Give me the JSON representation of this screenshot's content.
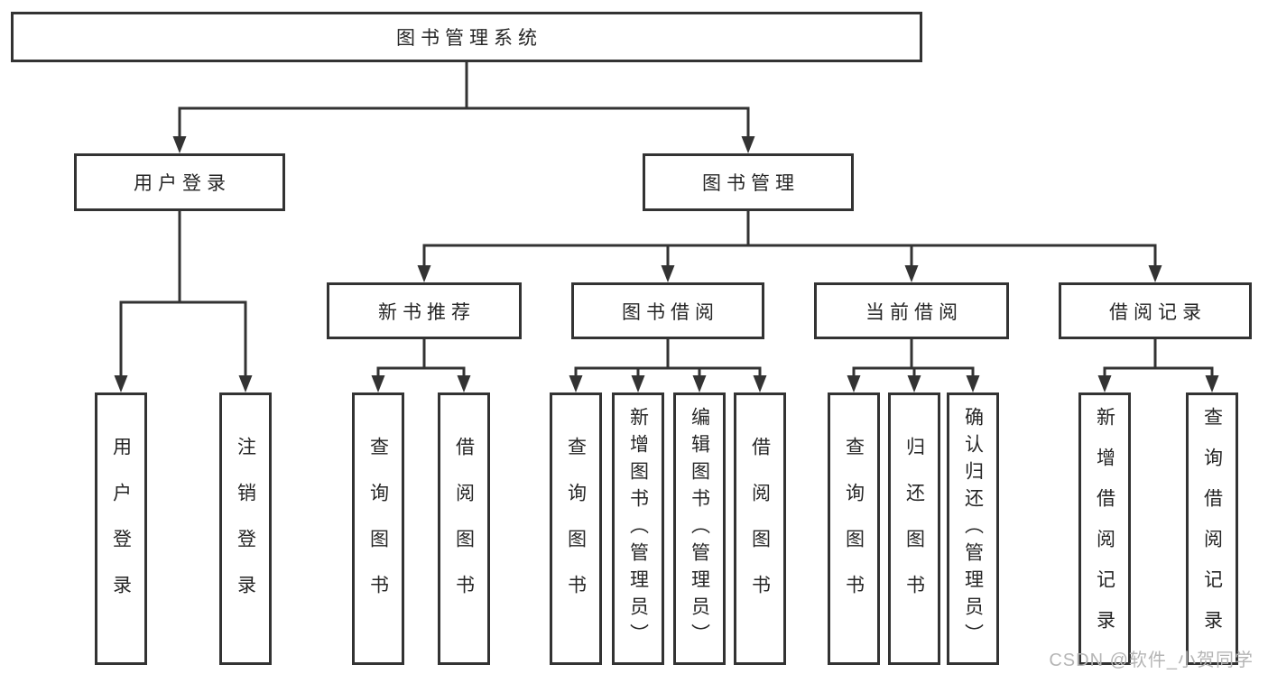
{
  "tree": {
    "root": {
      "label": "图书管理系统"
    },
    "level1": [
      {
        "label": "用户登录"
      },
      {
        "label": "图书管理"
      }
    ],
    "level2": [
      {
        "label": "新书推荐",
        "parent": "图书管理"
      },
      {
        "label": "图书借阅",
        "parent": "图书管理"
      },
      {
        "label": "当前借阅",
        "parent": "图书管理"
      },
      {
        "label": "借阅记录",
        "parent": "图书管理"
      }
    ],
    "leaves": [
      {
        "label": "用户登录",
        "parent": "用户登录"
      },
      {
        "label": "注销登录",
        "parent": "用户登录"
      },
      {
        "label": "查询图书",
        "parent": "新书推荐"
      },
      {
        "label": "借阅图书",
        "parent": "新书推荐"
      },
      {
        "label": "查询图书",
        "parent": "图书借阅"
      },
      {
        "label": "新增图书（管理员）",
        "parent": "图书借阅"
      },
      {
        "label": "编辑图书（管理员）",
        "parent": "图书借阅"
      },
      {
        "label": "借阅图书",
        "parent": "图书借阅"
      },
      {
        "label": "查询图书",
        "parent": "当前借阅"
      },
      {
        "label": "归还图书",
        "parent": "当前借阅"
      },
      {
        "label": "确认归还（管理员）",
        "parent": "当前借阅"
      },
      {
        "label": "新增借阅记录",
        "parent": "借阅记录"
      },
      {
        "label": "查询借阅记录",
        "parent": "借阅记录"
      }
    ]
  },
  "watermark": {
    "text": "CSDN @软件_小贺同学"
  },
  "colors": {
    "line": "#333333",
    "text": "#262626",
    "watermark": "#b5b5b5",
    "background": "#ffffff"
  }
}
